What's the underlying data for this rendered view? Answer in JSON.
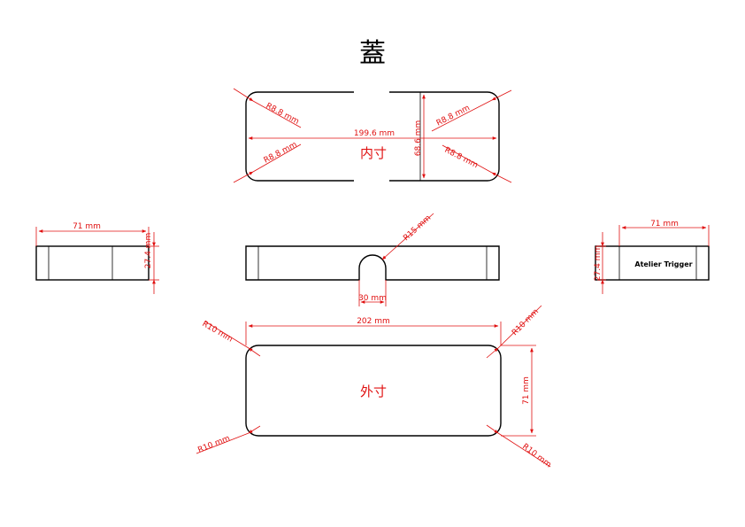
{
  "title": "蓋",
  "colors": {
    "dimension": "#e01010",
    "outline": "#000000"
  },
  "inner_view": {
    "label": "内寸",
    "width": "199.6 mm",
    "height": "68.6 mm",
    "radius_top_left": "R8.8 mm",
    "radius_bottom_left": "R8.8 mm",
    "radius_top_right": "R8.8 mm",
    "radius_bottom_right": "R8.8 mm"
  },
  "left_side_view": {
    "width": "71 mm",
    "height": "27.4 mm"
  },
  "front_view": {
    "notch_radius": "R15 mm",
    "notch_width": "30 mm"
  },
  "right_side_view": {
    "width": "71 mm",
    "height": "27.4 mm",
    "logo": "Atelier Trigger"
  },
  "outer_view": {
    "label": "外寸",
    "width": "202 mm",
    "height": "71 mm",
    "radius_top_left": "R10 mm",
    "radius_top_right": "R10 mm",
    "radius_bottom_left": "R10 mm",
    "radius_bottom_right": "R10 mm"
  }
}
